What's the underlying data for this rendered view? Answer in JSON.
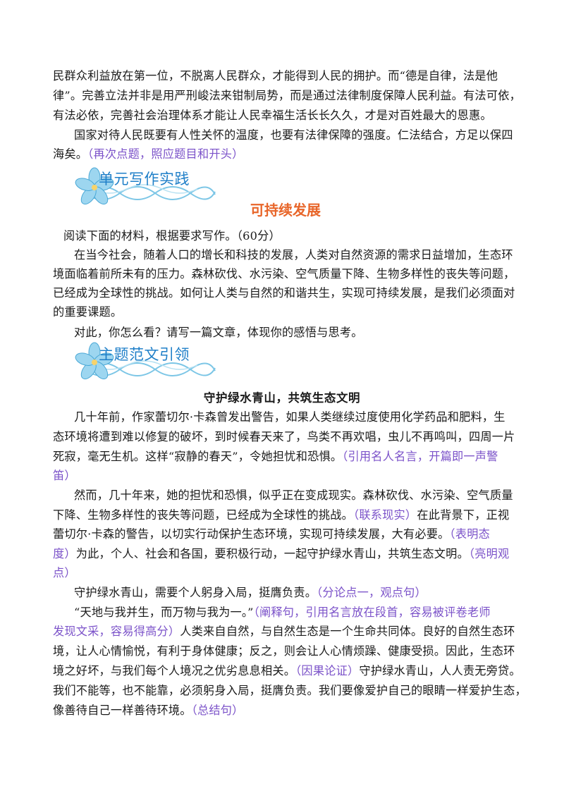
{
  "intro_lines": [
    {
      "text": "民群众利益放在第一位，不脱离人民群众，才能得到人民的拥护。而“德是自律，法是他",
      "note": ""
    },
    {
      "text": "律”。完善立法并非是用严刑峻法来钳制局势，而是通过法律制度保障人民利益。有法可依，",
      "note": ""
    },
    {
      "text": "有法必依，完善社会治理体系才能让人民幸福生活长长久久，才是对百姓最大的恩惠。",
      "note": ""
    },
    {
      "text": "国家对待人民既要有人性关怀的温度，也要有法律保障的强度。仁法结合，方足以保四",
      "note": ""
    },
    {
      "text": "海矣。",
      "note": "（再次点题，照应题目和开头）"
    }
  ],
  "section1": {
    "title": "单元写作实践",
    "topic": "可持续发展"
  },
  "prompt_lines": [
    "阅读下面的材料，根据要求写作。（60分）",
    "在当今社会，随着人口的增长和科技的发展，人类对自然资源的需求日益增加，生态环",
    "境面临着前所未有的压力。森林砍伐、水污染、空气质量下降、生物多样性的丧失等问题，",
    "已经成为全球性的挑战。如何让人类与自然的和谐共生，实现可持续发展，是我们必须面对",
    "的重要课题。",
    "对此，你怎么看？请写一篇文章，体现你的感悟与思考。"
  ],
  "section2": {
    "title": "主题范文引领",
    "essay_title": "守护绿水青山，共筑生态文明"
  },
  "essay_lines": [
    [
      {
        "t": "几十年前，作家蕾切尔·卡森曾发出警告，如果人类继续过度使用化学药品和肥料，生"
      }
    ],
    [
      {
        "t": "态环境将遭到难以修复的破坏，到时候春天来了，鸟类不再欢唱，虫儿不再鸣叫，四周一片"
      }
    ],
    [
      {
        "t": "死寂，毫无生机。这样“寂静的春天”，令她担忧和恐惧。"
      },
      {
        "n": "（引用名人名言，开篇即一声警"
      }
    ],
    [
      {
        "n": "笛）"
      }
    ],
    [
      {
        "t": "然而，几十年来，她的担忧和恐惧，似乎正在变成现实。森林砍伐、水污染、空气质量"
      }
    ],
    [
      {
        "t": "下降、生物多样性的丧失等问题，已经成为全球性的挑战。"
      },
      {
        "n": "（联系现实）"
      },
      {
        "t": "在此背景下，正视"
      }
    ],
    [
      {
        "t": "蕾切尔·卡森的警告，以切实行动保护生态环境，实现可持续发展，大有必要。"
      },
      {
        "n": "（表明态"
      }
    ],
    [
      {
        "n": "度）"
      },
      {
        "t": "为此，个人、社会和各国，要积极行动，一起守护绿水青山，共筑生态文明。"
      },
      {
        "n": "（亮明观"
      }
    ],
    [
      {
        "n": "点）"
      }
    ],
    [
      {
        "t": "守护绿水青山，需要个人躬身入局，挺膺负责。"
      },
      {
        "n": "（分论点一，观点句）"
      }
    ],
    [
      {
        "t": "“天地与我并生，而万物与我为一。”"
      },
      {
        "n": "（阐释句，引用名言放在段首，容易被评卷老师"
      }
    ],
    [
      {
        "n": "发现文采，容易得高分）"
      },
      {
        "t": "人类来自自然，与自然生态是一个生命共同体。良好的自然生态环"
      }
    ],
    [
      {
        "t": "境，让人心情愉悦，有利于身体健康；反之，则会让人心情烦躁、健康受损。因此，生态环"
      }
    ],
    [
      {
        "t": "境之好坏，与我们每个人境况之优劣息息相关。"
      },
      {
        "n": "（因果论证）"
      },
      {
        "t": "守护绿水青山，人人责无旁贷。"
      }
    ],
    [
      {
        "t": "我们不能等，也不能靠，必须躬身入局，挺膺负责。我们要像爱护自己的眼睛一样爱护生态，"
      }
    ],
    [
      {
        "t": "像善待自己一样善待环境。"
      },
      {
        "n": "（总结句）"
      }
    ]
  ],
  "colors": {
    "accent_blue": "#1f7fc8",
    "topic_orange": "#e8662a",
    "note_purple": "#7b52c9"
  },
  "icons": [
    "flower-icon",
    "wave-ribbon-icon"
  ]
}
